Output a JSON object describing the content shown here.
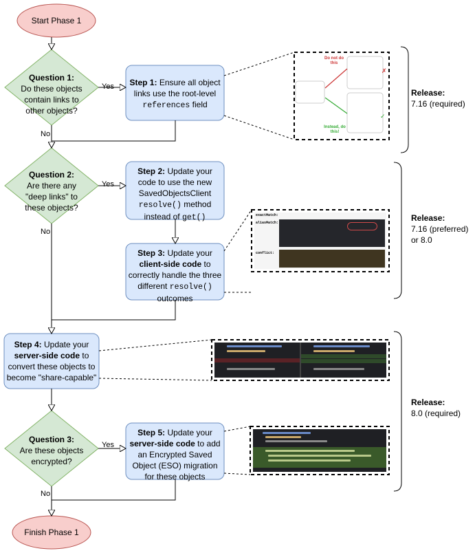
{
  "start": {
    "label": "Start Phase 1"
  },
  "finish": {
    "label": "Finish Phase 1"
  },
  "q1": {
    "title": "Question 1:",
    "text": "Do these objects contain links to other objects?",
    "yes": "Yes",
    "no": "No"
  },
  "q2": {
    "title": "Question 2:",
    "text": "Are there any \"deep links\" to these objects?",
    "yes": "Yes",
    "no": "No"
  },
  "q3": {
    "title": "Question 3:",
    "text": "Are these objects encrypted?",
    "yes": "Yes",
    "no": "No"
  },
  "step1": {
    "title": "Step 1:",
    "text_a": "Ensure all object links use the root-level",
    "code": "references",
    "text_b": "field"
  },
  "step2": {
    "title": "Step 2:",
    "text_a": "Update your code to use the new SavedObjectsClient",
    "code_a": "resolve()",
    "text_b": "method instead of",
    "code_b": "get()"
  },
  "step3": {
    "title": "Step 3:",
    "text_a": "Update your",
    "bold": "client-side code",
    "text_b": "to correctly handle the three different",
    "code": "resolve()",
    "text_c": "outcomes"
  },
  "step4": {
    "title": "Step 4:",
    "text_a": "Update your",
    "bold": "server-side code",
    "text_b": "to convert these objects to become \"share-capable\""
  },
  "step5": {
    "title": "Step 5:",
    "text_a": "Update your",
    "bold": "server-side code",
    "text_b": "to add an Encrypted Saved Object (ESO) migration for these objects"
  },
  "releases": [
    {
      "title": "Release:",
      "line1": "7.16 (required)",
      "line2": ""
    },
    {
      "title": "Release:",
      "line1": "7.16 (preferred)",
      "line2": "or 8.0"
    },
    {
      "title": "Release:",
      "line1": "8.0 (required)",
      "line2": ""
    }
  ],
  "shot1": {
    "do_not": "Do not do this",
    "instead": "Instead, do this!"
  },
  "shot3": {
    "label_a": "exactMatch:",
    "label_b": "aliasMatch:",
    "label_c": "conflict:"
  },
  "colors": {
    "terminal_fill": "#f8cecc",
    "terminal_stroke": "#b85450",
    "decision_fill": "#d5e8d4",
    "decision_stroke": "#82b366",
    "step_fill": "#dae8fc",
    "step_stroke": "#6c8ebf"
  }
}
